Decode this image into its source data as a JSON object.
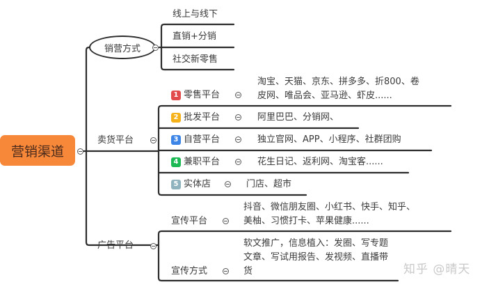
{
  "root": {
    "label": "营销渠道",
    "color": "#F7883A"
  },
  "branches": {
    "sales_method": {
      "label": "销营方式",
      "children": [
        "线上与线下",
        "直销+分销",
        "社交新零售"
      ]
    },
    "selling_platforms": {
      "label": "卖货平台",
      "children": [
        {
          "index": "1",
          "badge_color": "#E14B4B",
          "label": "零售平台",
          "detail_line1": "淘宝、天猫、京东、拼多多、折800、卷",
          "detail_line2": "皮网、唯品会、亚马逊、虾皮......"
        },
        {
          "index": "2",
          "badge_color": "#F5B21B",
          "label": "批发平台",
          "detail_line1": "阿里巴巴、分销网、"
        },
        {
          "index": "3",
          "badge_color": "#3D86E8",
          "label": "自营平台",
          "detail_line1": "独立官网、APP、小程序、社群团购"
        },
        {
          "index": "4",
          "badge_color": "#1DB954",
          "label": "兼职平台",
          "detail_line1": "花生日记、返利网、淘宝客......"
        },
        {
          "index": "5",
          "badge_color": "#8FB3BE",
          "label": "实体店",
          "detail_line1": "门店、超市"
        }
      ]
    },
    "ad_platforms": {
      "label": "广告平台",
      "children": [
        {
          "label": "宣传平台",
          "detail_line1": "抖音、微信朋友圈、小红书、快手、知乎、",
          "detail_line2": "美柚、习惯打卡、苹果健康......"
        },
        {
          "label": "宣传方式",
          "detail_line1": "软文推广，信息植入：发圈、写专题",
          "detail_line2": "文章、写试用报告、发视频、直播带",
          "detail_line3": "货"
        }
      ]
    }
  },
  "watermark": "知乎 @晴天"
}
